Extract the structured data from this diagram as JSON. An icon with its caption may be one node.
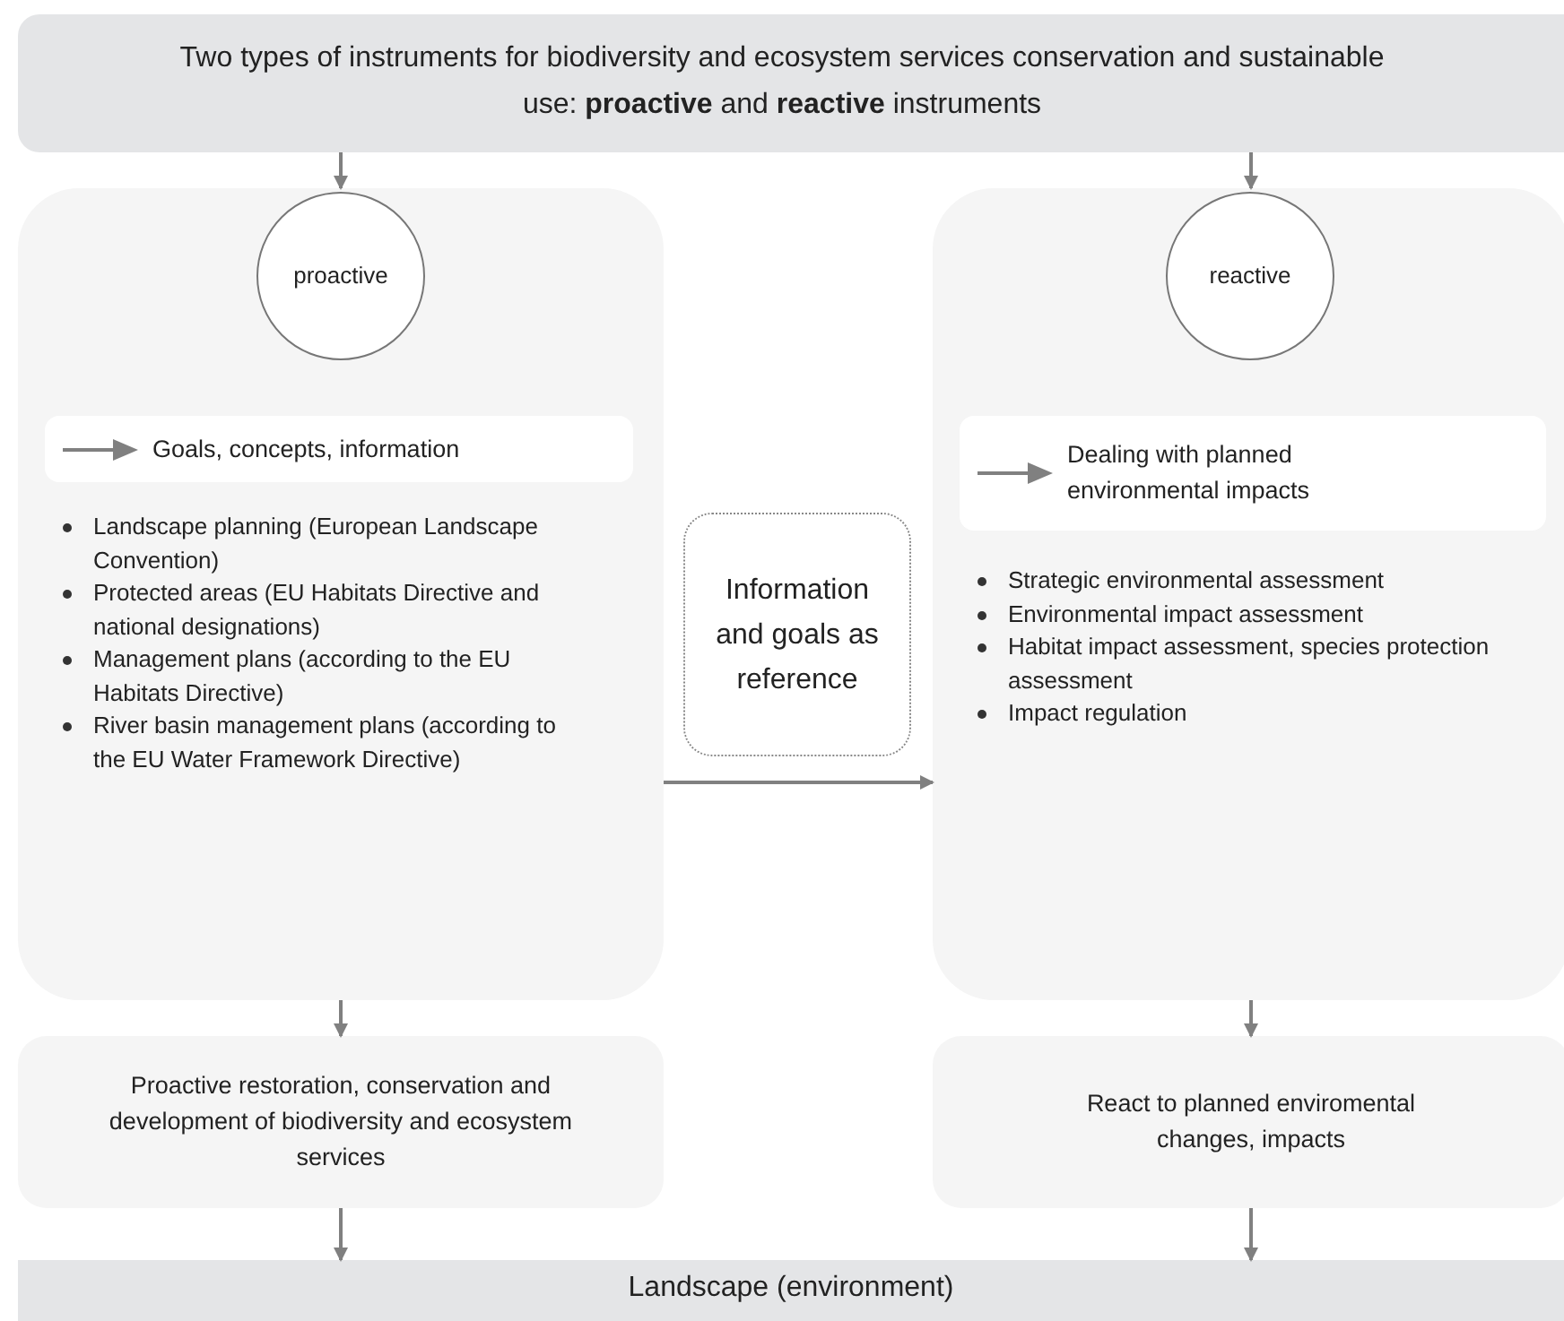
{
  "diagram": {
    "nodes": [
      {
        "text": [
          "Two types of instruments for biodiversity and ecosystem services conservation and sustainable use: **proactive** and **reactive** instruments"
        ]
      },
      {
        "text": [
          "Landscape planning (European Landscape Convention)",
          "Protected areas (EU Habitats Directive and national designations)",
          "Management plans (according to the EU Habitats Directive)",
          "River basin management plans (according to the EU Water Framework Directive)"
        ]
      },
      {
        "text": [
          "proactive"
        ],
        "in": 1
      },
      {
        "text": [
          "Goals, concepts, information"
        ],
        "in": 1
      },
      {
        "text": [
          "Strategic environmental assessment",
          "Environmental impact assessment",
          "Habitat impact assessment, species protection assessment",
          "Impact regulation"
        ]
      },
      {
        "text": [
          "reactive"
        ],
        "in": 4
      },
      {
        "text": [
          "Dealing with planned environmental impacts"
        ],
        "in": 4
      },
      {
        "text": [
          "Information and goals as reference"
        ]
      },
      {
        "text": [
          "Proactive restoration, conservation and development of biodiversity and ecosystem services"
        ]
      },
      {
        "text": [
          "React to planned enviromental changes, impacts"
        ]
      },
      {
        "text": [
          "Landscape (environment)"
        ]
      }
    ],
    "edges": [
      {
        "from": 0,
        "to": 1,
        "arrow": "to"
      },
      {
        "from": 0,
        "to": 4,
        "arrow": "to"
      },
      {
        "from": 1,
        "to": 4,
        "arrow": "to"
      },
      {
        "from": 1,
        "to": 8,
        "arrow": "to"
      },
      {
        "from": 4,
        "to": 9,
        "arrow": "to"
      },
      {
        "from": 8,
        "to": 10,
        "arrow": "to"
      },
      {
        "from": 9,
        "to": 10,
        "arrow": "to"
      }
    ]
  }
}
